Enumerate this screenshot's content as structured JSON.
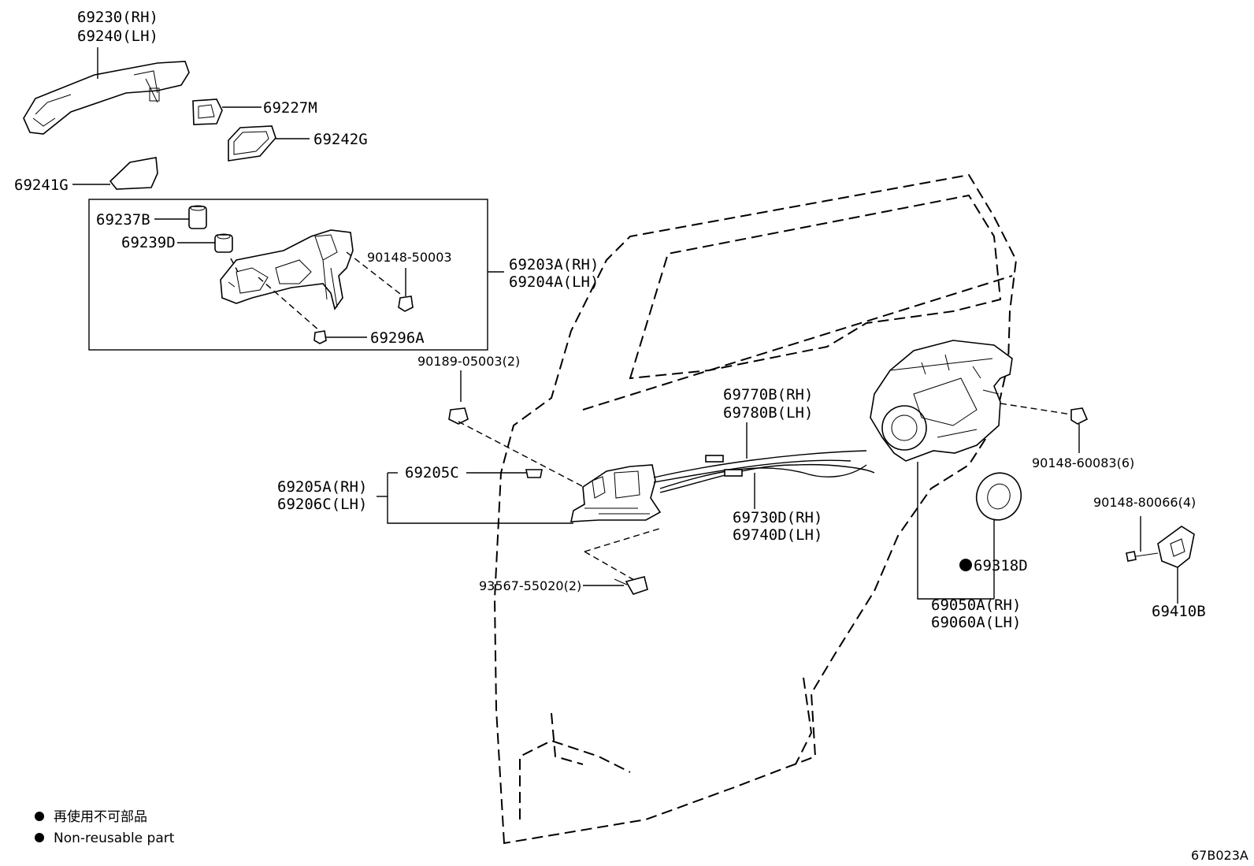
{
  "parts": {
    "p69230": "69230(RH)",
    "p69240": "69240(LH)",
    "p69227": "69227M",
    "p69242": "69242G",
    "p69241": "69241G",
    "p69237": "69237B",
    "p69239": "69239D",
    "p90148_50003": "90148-50003",
    "p69203": "69203A(RH)",
    "p69204": "69204A(LH)",
    "p69296": "69296A",
    "p90189": "90189-05003(2)",
    "p69770": "69770B(RH)",
    "p69780": "69780B(LH)",
    "p69205c": "69205C",
    "p69205a": "69205A(RH)",
    "p69206c": "69206C(LH)",
    "p69730": "69730D(RH)",
    "p69740": "69740D(LH)",
    "p90148_60083": "90148-60083(6)",
    "p90148_80066": "90148-80066(4)",
    "p93567": "93567-55020(2)",
    "p69318": "69318D",
    "p69050": "69050A(RH)",
    "p69060": "69060A(LH)",
    "p69410": "69410B"
  },
  "legend": {
    "jp": "再使用不可部品",
    "en": "Non-reusable part"
  },
  "diagram_code": "67B023A"
}
